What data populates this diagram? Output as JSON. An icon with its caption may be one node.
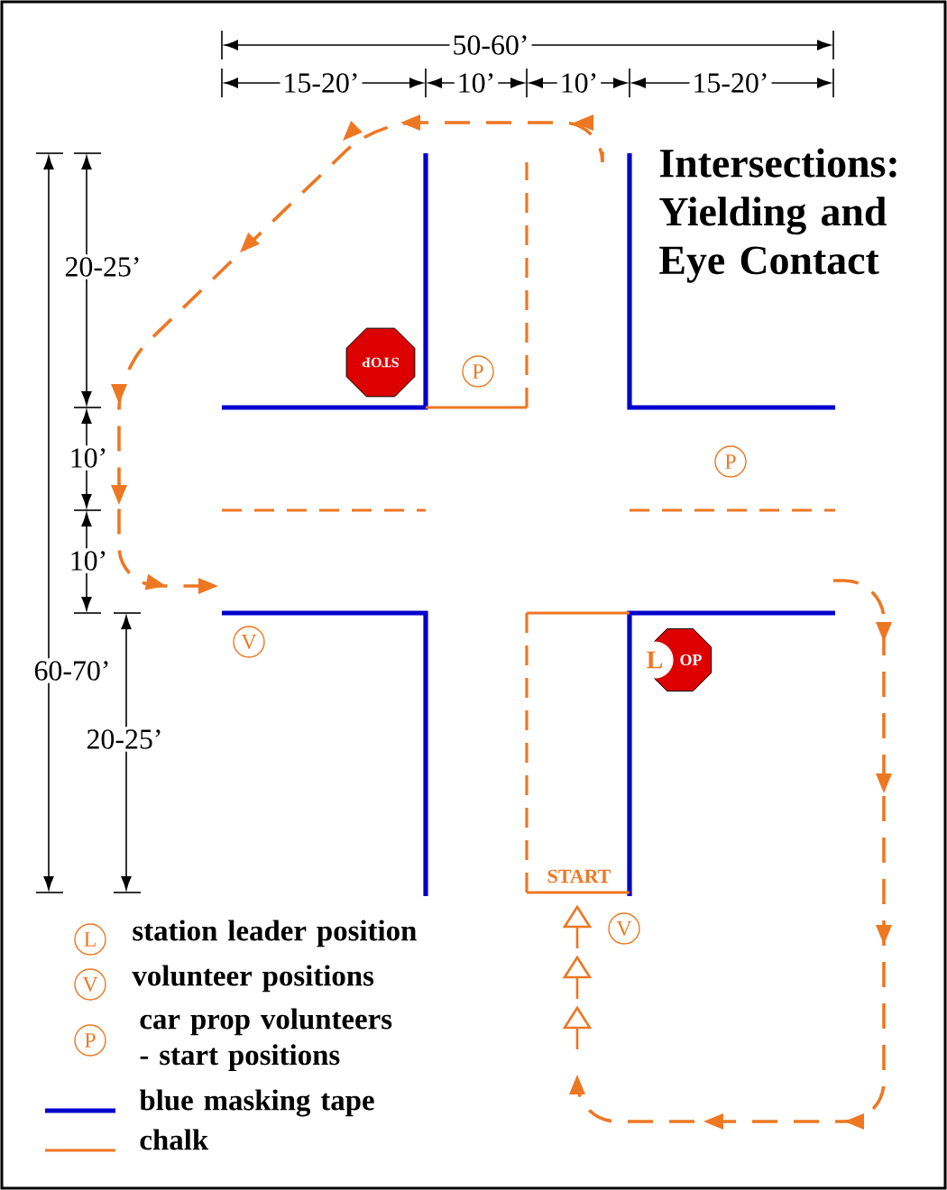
{
  "diagram": {
    "title": "Intersections: Yielding and Eye Contact",
    "nodes": [
      {
        "text": [
          "STOP"
        ]
      },
      {
        "text": [
          "P"
        ]
      },
      {
        "text": [
          "P"
        ]
      },
      {
        "text": [
          "V"
        ]
      },
      {
        "text": [
          "L"
        ]
      },
      {
        "text": [
          "OP"
        ]
      },
      {
        "text": [
          "V"
        ]
      },
      {
        "text": [
          "L"
        ]
      },
      {
        "text": [
          "V"
        ]
      },
      {
        "text": [
          "P"
        ]
      }
    ],
    "labels": [
      "50-60’",
      "15-20’",
      "10’",
      "10’",
      "15-20’",
      "20-25’",
      "10’",
      "10’",
      "60-70’",
      "20-25’",
      "START"
    ],
    "legend": [
      {
        "text": "station leader position"
      },
      {
        "text": "volunteer positions"
      },
      {
        "text": "car prop volunteers - start positions"
      },
      {
        "text": "blue masking tape"
      },
      {
        "text": "chalk"
      }
    ]
  }
}
